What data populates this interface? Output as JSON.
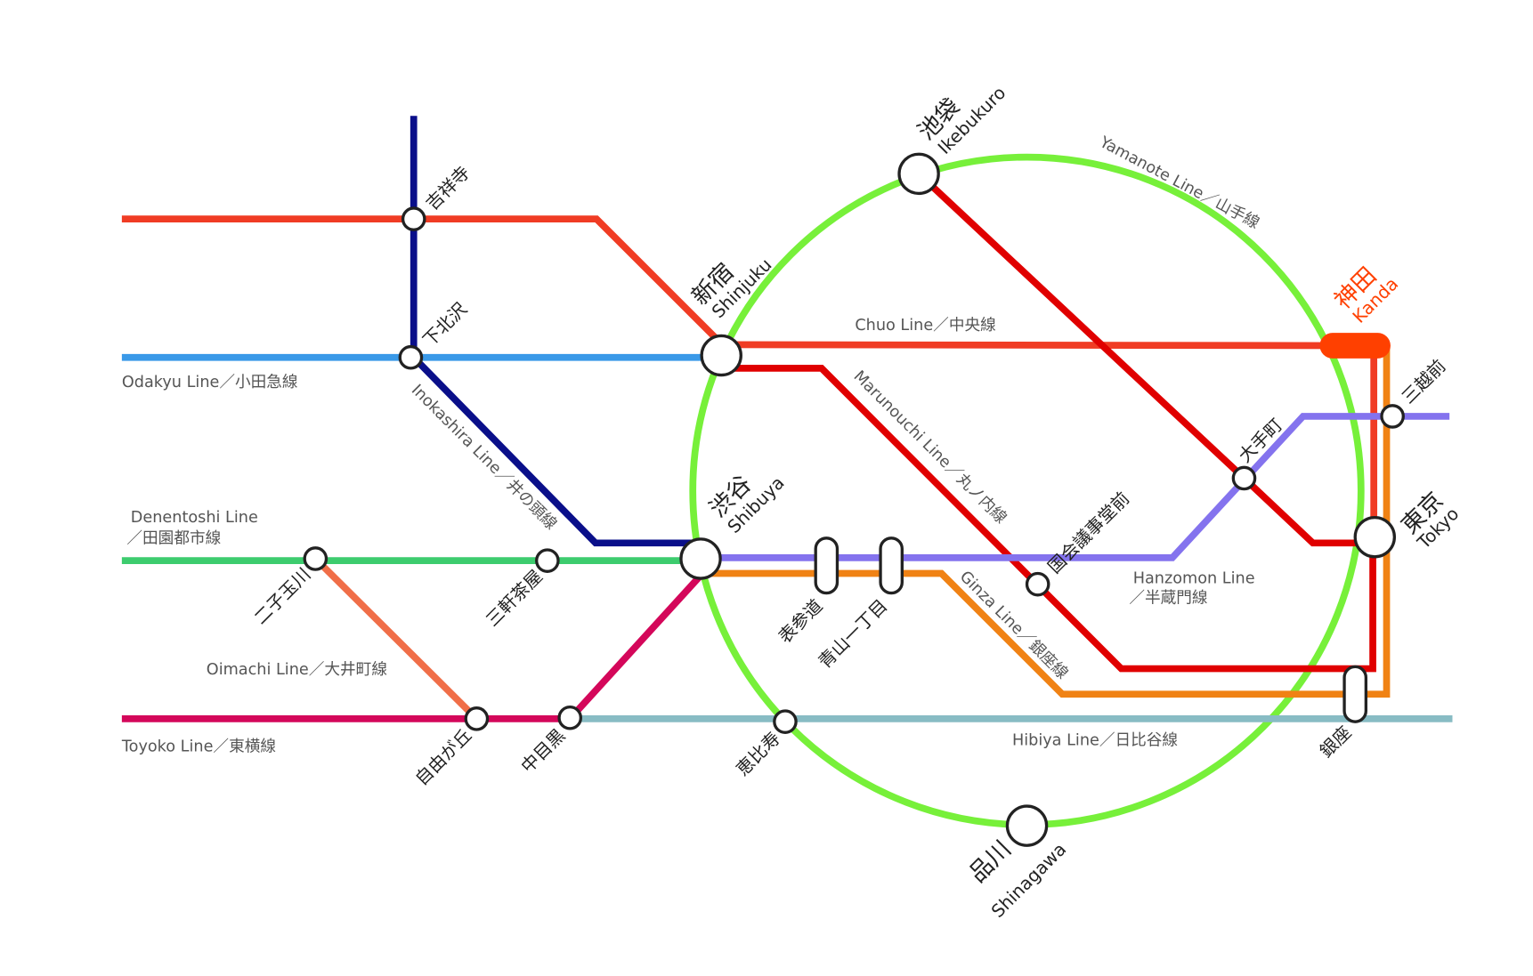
{
  "colors": {
    "yamanote": "#77f03a",
    "chuo": "#f03c24",
    "odakyu": "#3a99e8",
    "inokashira": "#0a0f8a",
    "marunouchi": "#e00000",
    "hanzomon": "#8473ee",
    "ginza": "#f08214",
    "denentoshi": "#3dcc6e",
    "oimachi": "#f06e48",
    "toyoko": "#d4075a",
    "hibiya": "#88bcc4",
    "highlight": "#ff4000"
  },
  "lines": {
    "yamanote": "Yamanote Line／山手線",
    "chuo": "Chuo Line／中央線",
    "marunouchi": "Marunouchi Line／丸ノ内線",
    "odakyu": "Odakyu Line／小田急線",
    "inokashira": "Inokashira Line／井の頭線",
    "denentoshi_1": "Denentoshi Line",
    "denentoshi_2": "／田園都市線",
    "oimachi": "Oimachi Line／大井町線",
    "toyoko": "Toyoko Line／東横線",
    "hibiya": "Hibiya Line／日比谷線",
    "hanzomon_1": "Hanzomon Line",
    "hanzomon_2": "／半蔵門線",
    "ginza": "Ginza Line／銀座線"
  },
  "stations": {
    "kichijoji": "吉祥寺",
    "shimokitazawa": "下北沢",
    "shinjuku_ja": "新宿",
    "shinjuku_en": "Shinjuku",
    "ikebukuro_ja": "池袋",
    "ikebukuro_en": "Ikebukuro",
    "shibuya_ja": "渋谷",
    "shibuya_en": "Shibuya",
    "kanda_ja": "神田",
    "kanda_en": "Kanda",
    "tokyo_ja": "東京",
    "tokyo_en": "Tokyo",
    "shinagawa_ja": "品川",
    "shinagawa_en": "Shinagawa",
    "mitsukoshimae": "三越前",
    "otemachi": "大手町",
    "kokkai": "国会議事堂前",
    "futakotamagawa": "二子玉川",
    "sangenjaya": "三軒茶屋",
    "omotesando": "表参道",
    "aoyama": "青山一丁目",
    "jiyugaoka": "自由が丘",
    "nakameguro": "中目黒",
    "ebisu": "恵比寿",
    "ginza": "銀座"
  }
}
